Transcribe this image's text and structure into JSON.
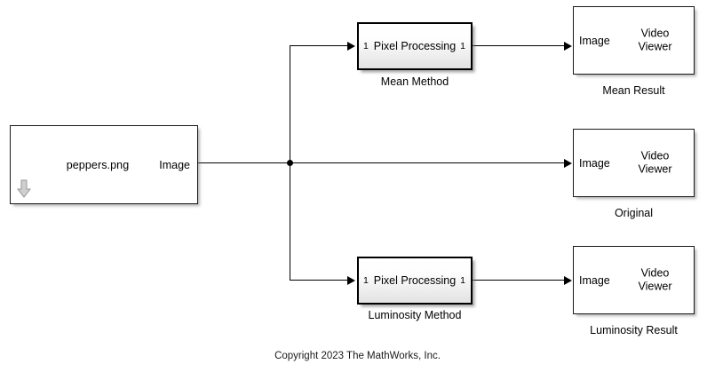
{
  "model": {
    "background_color": "#ffffff",
    "line_color": "#000000",
    "copyright": "Copyright 2023 The MathWorks, Inc."
  },
  "source_block": {
    "label": "peppers.png",
    "output_port_label": "Image",
    "corner_icon": "down-arrow-icon"
  },
  "subsystems": [
    {
      "title": "Pixel Processing",
      "caption": "Mean Method",
      "input_port_label": "1",
      "output_port_label": "1"
    },
    {
      "title": "Pixel Processing",
      "caption": "Luminosity Method",
      "input_port_label": "1",
      "output_port_label": "1"
    }
  ],
  "viewers": [
    {
      "port_label": "Image",
      "name_line1": "Video",
      "name_line2": "Viewer",
      "caption": "Mean Result"
    },
    {
      "port_label": "Image",
      "name_line1": "Video",
      "name_line2": "Viewer",
      "caption": "Original"
    },
    {
      "port_label": "Image",
      "name_line1": "Video",
      "name_line2": "Viewer",
      "caption": "Luminosity Result"
    }
  ]
}
